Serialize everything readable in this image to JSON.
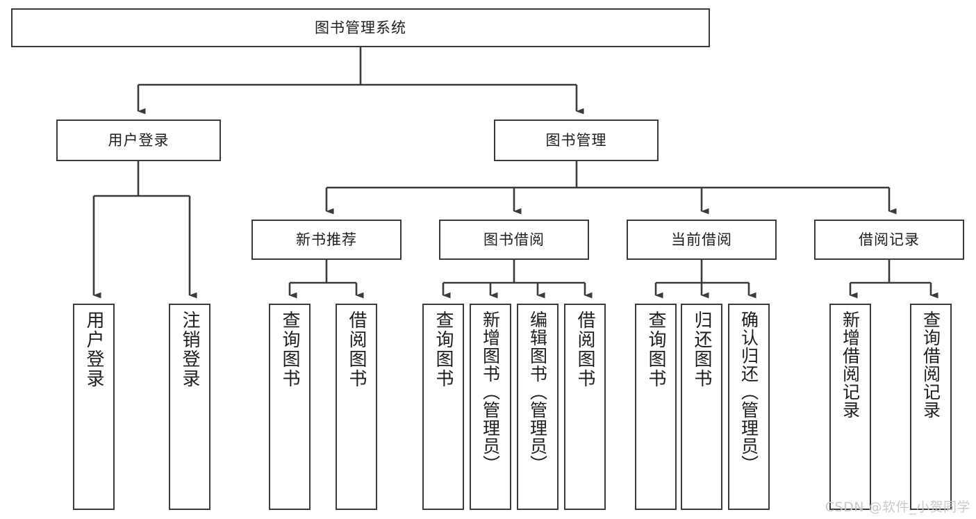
{
  "diagram": {
    "title": "图书管理系统",
    "type": "tree-hierarchy-chart",
    "watermark": "CSDN @软件_小贺同学",
    "root": {
      "label": "图书管理系统"
    },
    "level1": [
      {
        "label": "用户登录"
      },
      {
        "label": "图书管理"
      }
    ],
    "level2": [
      {
        "label": "新书推荐"
      },
      {
        "label": "图书借阅"
      },
      {
        "label": "当前借阅"
      },
      {
        "label": "借阅记录"
      }
    ],
    "leaves": {
      "user_login": [
        {
          "label": "用户登录"
        },
        {
          "label": "注销登录"
        }
      ],
      "new_book_recommend": [
        {
          "label": "查询图书"
        },
        {
          "label": "借阅图书"
        }
      ],
      "book_borrow": [
        {
          "label": "查询图书"
        },
        {
          "label": "新增图书（管理员）"
        },
        {
          "label": "编辑图书（管理员）"
        },
        {
          "label": "借阅图书"
        }
      ],
      "current_borrow": [
        {
          "label": "查询图书"
        },
        {
          "label": "归还图书"
        },
        {
          "label": "确认归还（管理员）"
        }
      ],
      "borrow_record": [
        {
          "label": "新增借阅记录"
        },
        {
          "label": "查询借阅记录"
        }
      ]
    },
    "colors": {
      "stroke": "#3a3a3a",
      "fill": "#ffffff",
      "text": "#1d1d1d",
      "watermark": "#c9c9c9"
    }
  }
}
